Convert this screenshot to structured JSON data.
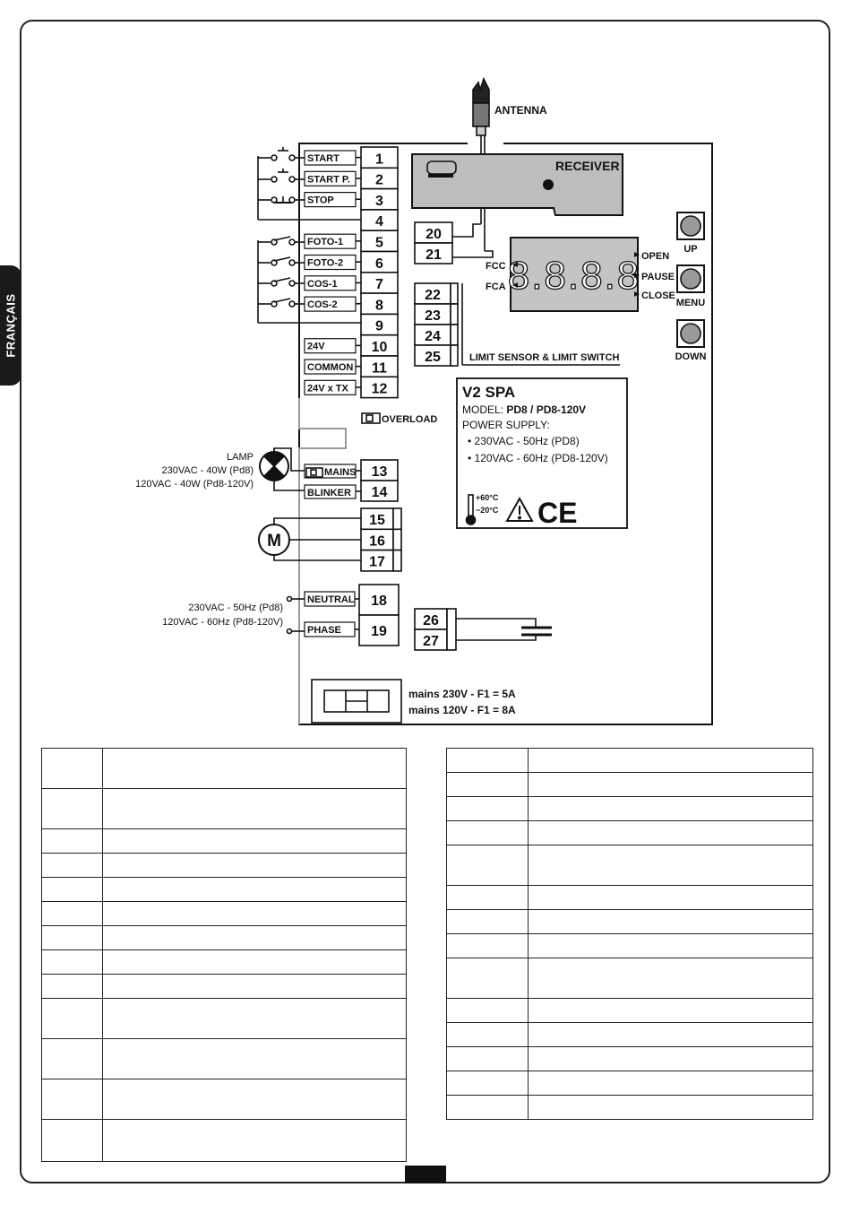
{
  "sidebar": {
    "language": "FRANÇAIS"
  },
  "antenna": {
    "label": "ANTENNA"
  },
  "receiver": {
    "label": "RECEIVER"
  },
  "terminals_left": [
    {
      "label": "START",
      "num": "1"
    },
    {
      "label": "START P.",
      "num": "2"
    },
    {
      "label": "STOP",
      "num": "3"
    },
    {
      "label": "",
      "num": "4"
    },
    {
      "label": "FOTO-1",
      "num": "5"
    },
    {
      "label": "FOTO-2",
      "num": "6"
    },
    {
      "label": "COS-1",
      "num": "7"
    },
    {
      "label": "COS-2",
      "num": "8"
    },
    {
      "label": "",
      "num": "9"
    },
    {
      "label": "24V",
      "num": "10"
    },
    {
      "label": "COMMON",
      "num": "11"
    },
    {
      "label": "24V x TX",
      "num": "12"
    }
  ],
  "terminals_receiver": [
    "20",
    "21"
  ],
  "terminals_limit": [
    "22",
    "23",
    "24",
    "25"
  ],
  "limit_label": "LIMIT SENSOR & LIMIT SWITCH",
  "display": {
    "digits": "8.8.8.8",
    "fcc": "FCC",
    "fca": "FCA",
    "open": "OPEN",
    "pause": "PAUSE",
    "close": "CLOSE"
  },
  "buttons": {
    "up": "UP",
    "menu": "MENU",
    "down": "DOWN"
  },
  "overload": "OVERLOAD",
  "lamp": {
    "title": "LAMP",
    "line1": "230VAC - 40W (Pd8)",
    "line2": "120VAC - 40W (Pd8-120V)"
  },
  "blinker_terminals": [
    {
      "label": "MAINS",
      "num": "13"
    },
    {
      "label": "BLINKER",
      "num": "14"
    }
  ],
  "motor": {
    "symbol": "M",
    "terminals": [
      "15",
      "16",
      "17"
    ]
  },
  "power": {
    "line1": "230VAC - 50Hz (Pd8)",
    "line2": "120VAC - 60Hz (Pd8-120V)",
    "terminals": [
      {
        "label": "NEUTRAL",
        "num": "18"
      },
      {
        "label": "PHASE",
        "num": "19"
      }
    ]
  },
  "capacitor_terminals": [
    "26",
    "27"
  ],
  "fuse": {
    "line1": "mains 230V - F1 = 5A",
    "line2": "mains 120V - F1 = 8A"
  },
  "label_plate": {
    "brand": "V2 SPA",
    "model_prefix": "MODEL: ",
    "model": "PD8 / PD8-120V",
    "supply_title": "POWER SUPPLY:",
    "supply1": "• 230VAC - 50Hz (PD8)",
    "supply2": "• 120VAC - 60Hz (PD8-120V)",
    "temp_high": "+60°C",
    "temp_low": "−20°C",
    "ce": "CE"
  },
  "colors": {
    "line": "#111111",
    "receiver_fill": "#bdbdbd",
    "display_fill": "#c4c4c4",
    "button_fill": "#9a9a9a"
  }
}
